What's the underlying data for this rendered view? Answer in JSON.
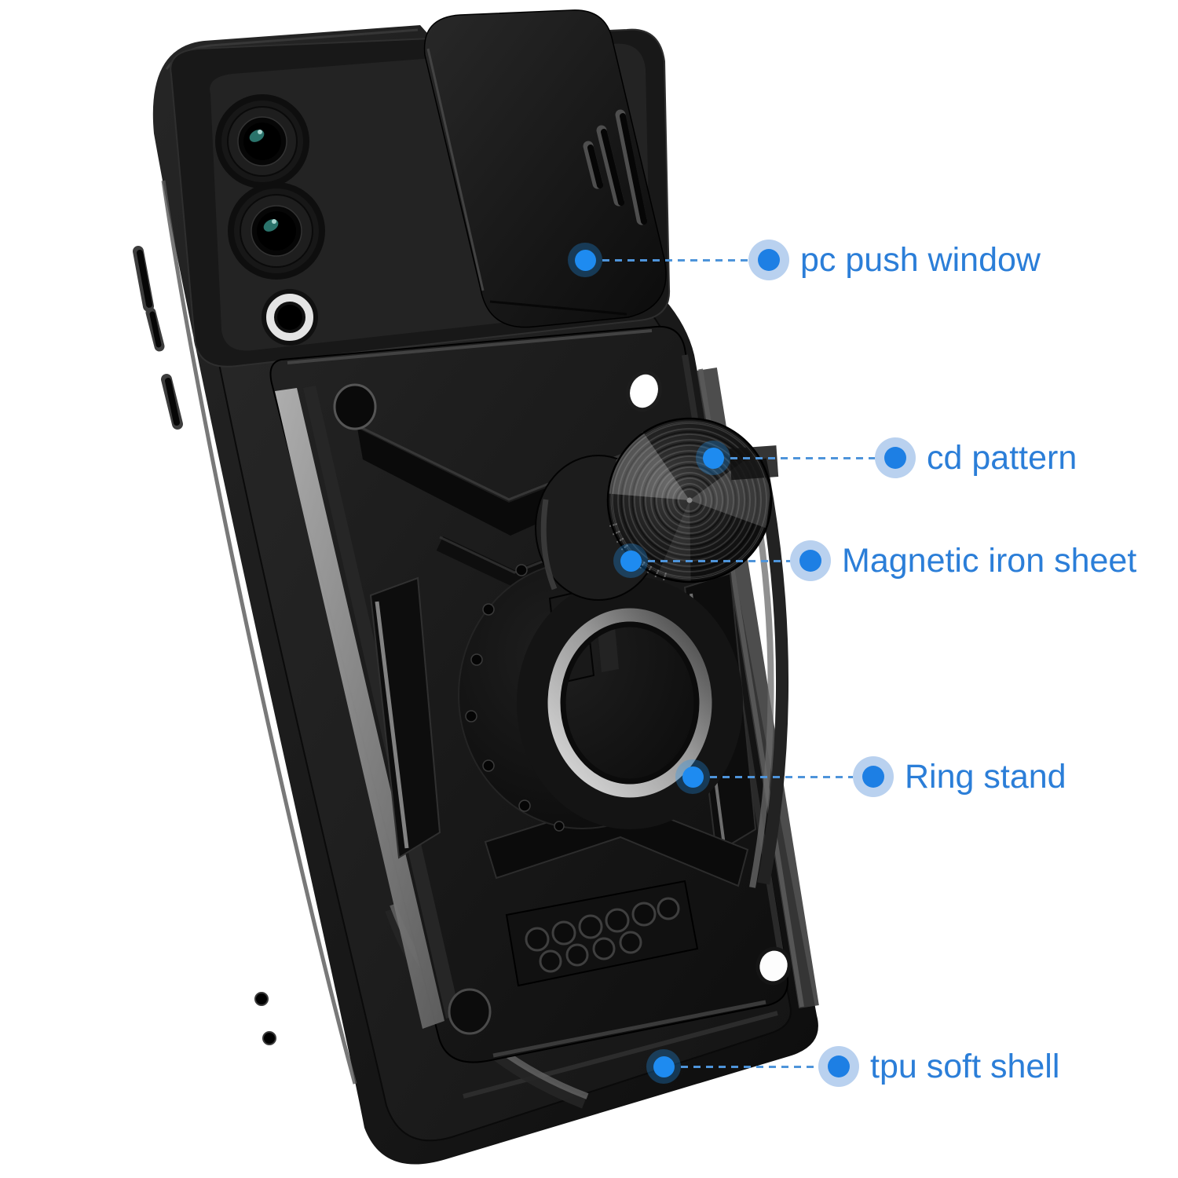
{
  "meta": {
    "kind": "annotated-product-image",
    "background": "#ffffff",
    "subject": "rugged phone case with slide camera cover and ring kickstand"
  },
  "style": {
    "accent_blue": "#2196f3",
    "label_text_color": "#2b7ed8",
    "dash_line_color": "#4e94da",
    "halo_color": "rgba(128,172,226,0.55)"
  },
  "product": {
    "colors": {
      "case_black": "#161616",
      "panel_black": "#1f1f1f",
      "plate_black": "#181818",
      "bevel_gray": "#8f8f8f",
      "silver": "#d6d6d6",
      "lens_teal": "#2f8077"
    }
  },
  "callouts": [
    {
      "id": "pc-push-window",
      "label": "pc push window"
    },
    {
      "id": "cd-pattern",
      "label": "cd pattern"
    },
    {
      "id": "magnetic-iron-sheet",
      "label": "Magnetic iron sheet"
    },
    {
      "id": "ring-stand",
      "label": "Ring stand"
    },
    {
      "id": "tpu-soft-shell",
      "label": "tpu soft shell"
    }
  ]
}
